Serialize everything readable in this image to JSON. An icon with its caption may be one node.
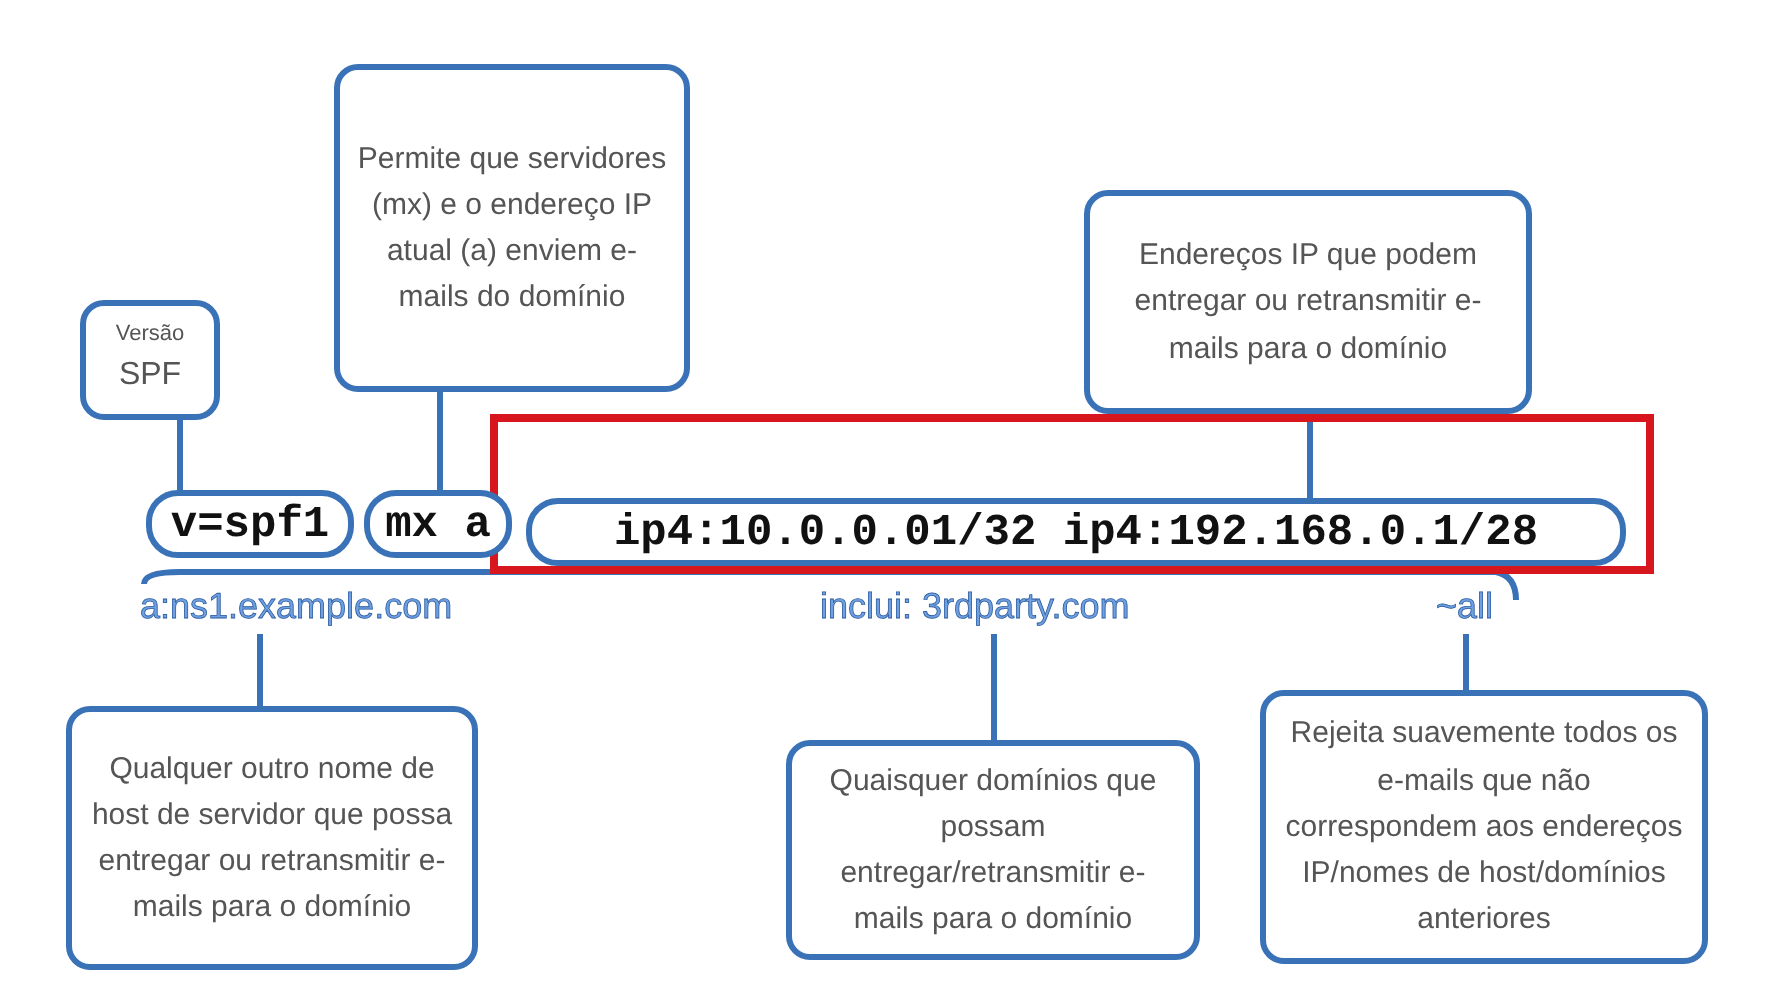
{
  "diagram": {
    "nodes": [
      {
        "text": [
          "Permite que servidores (mx) e o endereço IP atual (a) enviem e-mails do domínio"
        ]
      },
      {
        "text": [
          "Versão",
          "SPF"
        ]
      },
      {
        "text": [
          "Endereços IP que podem entregar ou retransmitir e-mails para o domínio"
        ]
      },
      {
        "text": [
          "v=spf1"
        ]
      },
      {
        "text": [
          "mx a"
        ]
      },
      {
        "text": [],
        "shape": "box"
      },
      {
        "text": [
          "ip4:10.0.0.01/32 ip4:192.168.0.1/28"
        ],
        "in": 5
      },
      {
        "text": [
          "a:ns1.example.com"
        ]
      },
      {
        "text": [
          "inclui: 3rdparty.com"
        ]
      },
      {
        "text": [
          "~all"
        ]
      },
      {
        "text": [
          "Qualquer outro nome de host de servidor que possa entregar ou retransmitir e-mails para o domínio"
        ]
      },
      {
        "text": [
          "Quaisquer domínios que possam entregar/retransmitir e-mails para o domínio"
        ]
      },
      {
        "text": [
          "Rejeita suavemente todos os e-mails que não correspondem aos endereços IP/nomes de host/domínios anteriores"
        ]
      }
    ],
    "edges": [
      {
        "from": 0,
        "to": 4,
        "arrow": "none"
      },
      {
        "from": 1,
        "to": 3,
        "arrow": "none"
      },
      {
        "from": 2,
        "to": 6,
        "arrow": "none"
      },
      {
        "from": 10,
        "to": 7,
        "arrow": "none"
      },
      {
        "from": 11,
        "to": 8,
        "arrow": "none"
      },
      {
        "from": 12,
        "to": 9,
        "arrow": "none"
      }
    ]
  }
}
